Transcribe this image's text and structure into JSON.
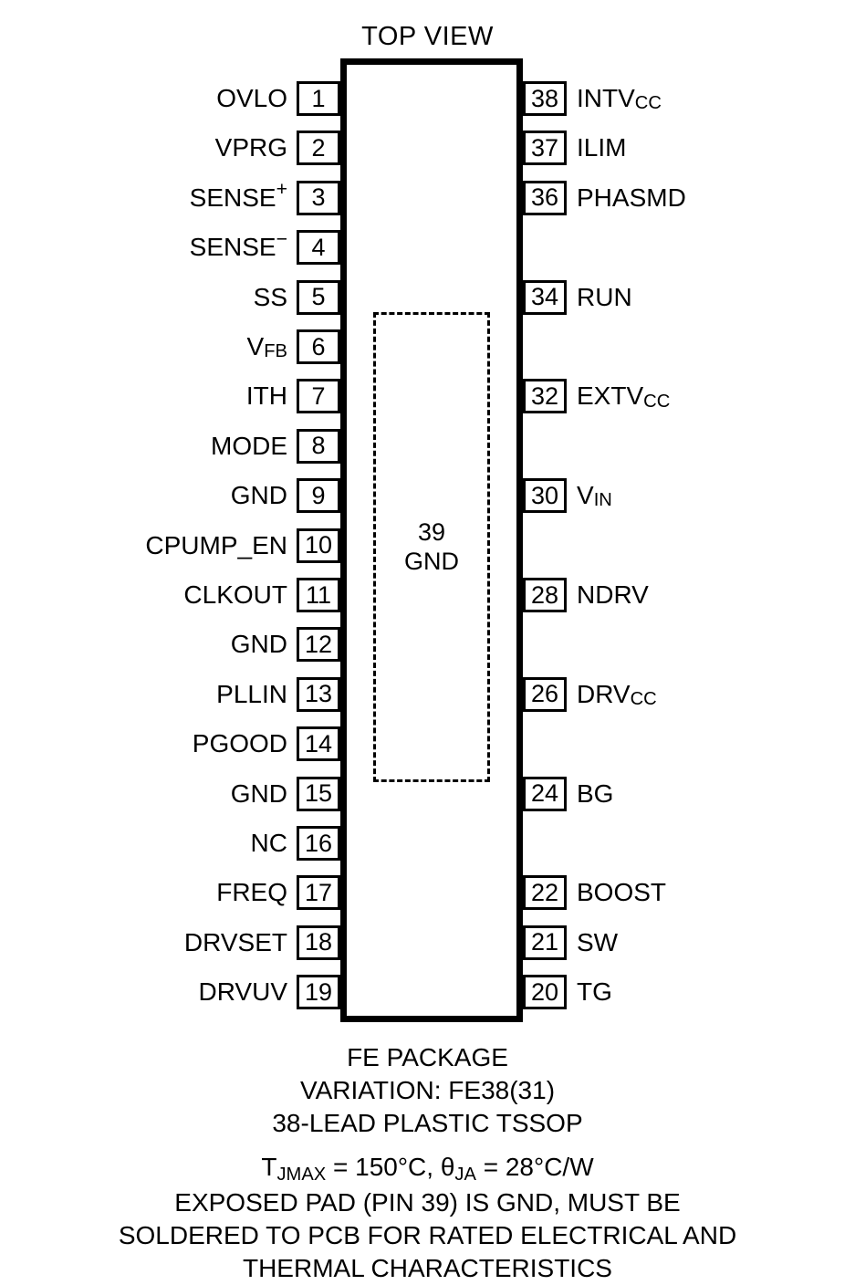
{
  "diagram": {
    "title": "TOP VIEW",
    "package_body": {
      "exposed_pad_number": "39",
      "exposed_pad_label": "GND"
    },
    "left_pins": [
      {
        "number": "1",
        "name": "OVLO"
      },
      {
        "number": "2",
        "name": "VPRG"
      },
      {
        "number": "3",
        "name": "SENSE",
        "sup": "+"
      },
      {
        "number": "4",
        "name": "SENSE",
        "sup": "−"
      },
      {
        "number": "5",
        "name": "SS"
      },
      {
        "number": "6",
        "name": "V",
        "sub": "FB"
      },
      {
        "number": "7",
        "name": "ITH"
      },
      {
        "number": "8",
        "name": "MODE"
      },
      {
        "number": "9",
        "name": "GND"
      },
      {
        "number": "10",
        "name": "CPUMP_EN"
      },
      {
        "number": "11",
        "name": "CLKOUT"
      },
      {
        "number": "12",
        "name": "GND"
      },
      {
        "number": "13",
        "name": "PLLIN"
      },
      {
        "number": "14",
        "name": "PGOOD"
      },
      {
        "number": "15",
        "name": "GND"
      },
      {
        "number": "16",
        "name": "NC"
      },
      {
        "number": "17",
        "name": "FREQ"
      },
      {
        "number": "18",
        "name": "DRVSET"
      },
      {
        "number": "19",
        "name": "DRVUV"
      }
    ],
    "right_pins": [
      {
        "row": 1,
        "number": "38",
        "name": "INTV",
        "sub": "CC"
      },
      {
        "row": 2,
        "number": "37",
        "name": "ILIM"
      },
      {
        "row": 3,
        "number": "36",
        "name": "PHASMD"
      },
      {
        "row": 5,
        "number": "34",
        "name": "RUN"
      },
      {
        "row": 7,
        "number": "32",
        "name": "EXTV",
        "sub": "CC"
      },
      {
        "row": 9,
        "number": "30",
        "name": "V",
        "sub": "IN"
      },
      {
        "row": 11,
        "number": "28",
        "name": "NDRV"
      },
      {
        "row": 13,
        "number": "26",
        "name": "DRV",
        "sub": "CC"
      },
      {
        "row": 15,
        "number": "24",
        "name": "BG"
      },
      {
        "row": 17,
        "number": "22",
        "name": "BOOST"
      },
      {
        "row": 18,
        "number": "21",
        "name": "SW"
      },
      {
        "row": 19,
        "number": "20",
        "name": "TG"
      }
    ],
    "footer_package": [
      "FE PACKAGE",
      "VARIATION: FE38(31)",
      "38-LEAD PLASTIC TSSOP"
    ],
    "footer_thermal": {
      "line1_prefix": "T",
      "line1_sub": "JMAX",
      "line1_mid": " = 150°C, θ",
      "line1_sub2": "JA",
      "line1_suffix": " = 28°C/W",
      "line2": "EXPOSED PAD (PIN 39) IS GND, MUST BE",
      "line3": "SOLDERED TO PCB FOR RATED ELECTRICAL AND",
      "line4": "THERMAL CHARACTERISTICS"
    },
    "colors": {
      "ink": "#000000",
      "paper": "#ffffff"
    }
  }
}
